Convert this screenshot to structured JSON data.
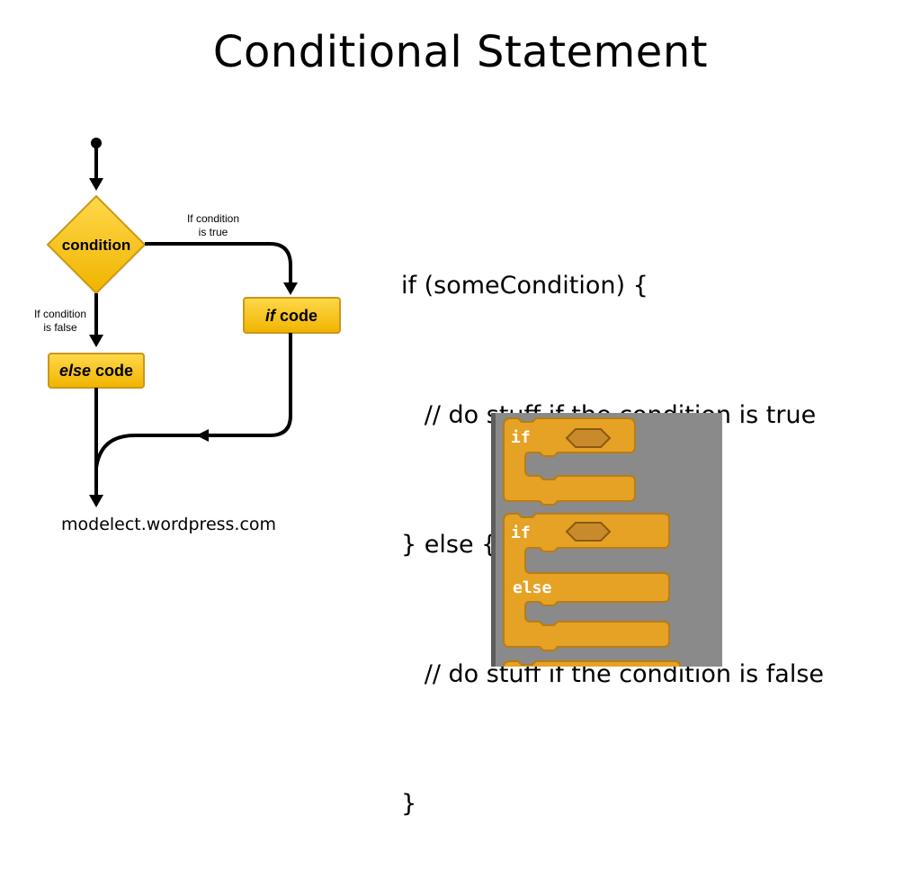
{
  "slide": {
    "title": "Conditional Statement",
    "credit": "modelect.wordpress.com"
  },
  "flowchart": {
    "condition_label": "condition",
    "true_label_line1": "If condition",
    "true_label_line2": "is true",
    "false_label_line1": "If condition",
    "false_label_line2": "is false",
    "if_keyword": "if",
    "if_suffix": "code",
    "else_keyword": "else",
    "else_suffix": "code",
    "colors": {
      "box_fill": "#f5c518",
      "box_stroke": "#c9981a",
      "line": "#000000"
    }
  },
  "code": {
    "lines": [
      "if (someCondition) {",
      "   // do stuff if the condition is true",
      "} else {",
      "   // do stuff if the condition is false",
      "}"
    ]
  },
  "scratch_blocks": {
    "if_label": "if",
    "if2_label": "if",
    "else_label": "else",
    "colors": {
      "block": "#e6a224",
      "block_dark": "#b87d16",
      "hole": "#c88a2a",
      "background": "#8a8a8a"
    }
  }
}
